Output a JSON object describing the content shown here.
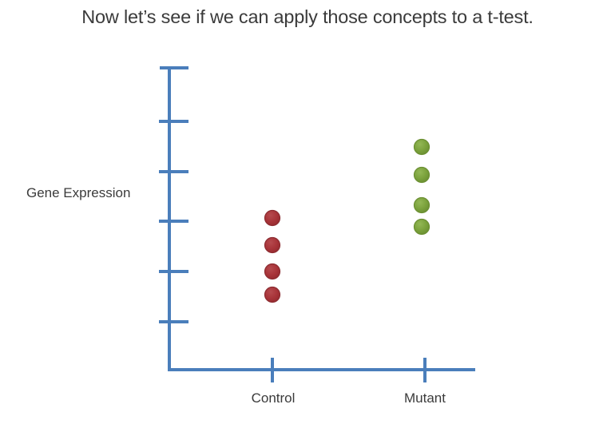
{
  "slide": {
    "title": "Now let’s see if we can apply those concepts to a t-test.",
    "background_color": "#ffffff",
    "text_color": "#3b3b3b"
  },
  "chart_data": {
    "type": "scatter",
    "title": "",
    "xlabel": "",
    "ylabel": "Gene Expression",
    "categories": [
      "Control",
      "Mutant"
    ],
    "grid": false,
    "legend": null,
    "axis_color": "#4a7ebb",
    "y_axis": {
      "tick_count": 6,
      "tick_labels": [
        "",
        "",
        "",
        "",
        "",
        ""
      ],
      "ylim": [
        0,
        6
      ],
      "tick_values": [
        0.5,
        1.5,
        2.5,
        3.5,
        4.5,
        5.5
      ]
    },
    "series": [
      {
        "name": "Control",
        "color": "#a83439",
        "edge_color": "#8c2b30",
        "x_category": "Control",
        "values": [
          3.07,
          2.52,
          1.99,
          1.53
        ]
      },
      {
        "name": "Mutant",
        "color": "#7ba23c",
        "edge_color": "#6b8f32",
        "x_category": "Mutant",
        "values": [
          4.5,
          3.94,
          3.33,
          2.9
        ]
      }
    ]
  },
  "geometry": {
    "y_axis_x": 212,
    "y_axis_top": 85,
    "y_axis_bottom": 463,
    "x_axis_y": 463,
    "x_axis_left": 212,
    "x_axis_right": 595,
    "y_tick_y": [
      85,
      152,
      215,
      277,
      340,
      403
    ],
    "x_tick_x": [
      341,
      532
    ],
    "dot_radius": 9,
    "control_x": 341,
    "mutant_x": 528,
    "control_dot_y": [
      273,
      307,
      340,
      369
    ],
    "mutant_dot_y": [
      184,
      219,
      257,
      284
    ]
  }
}
